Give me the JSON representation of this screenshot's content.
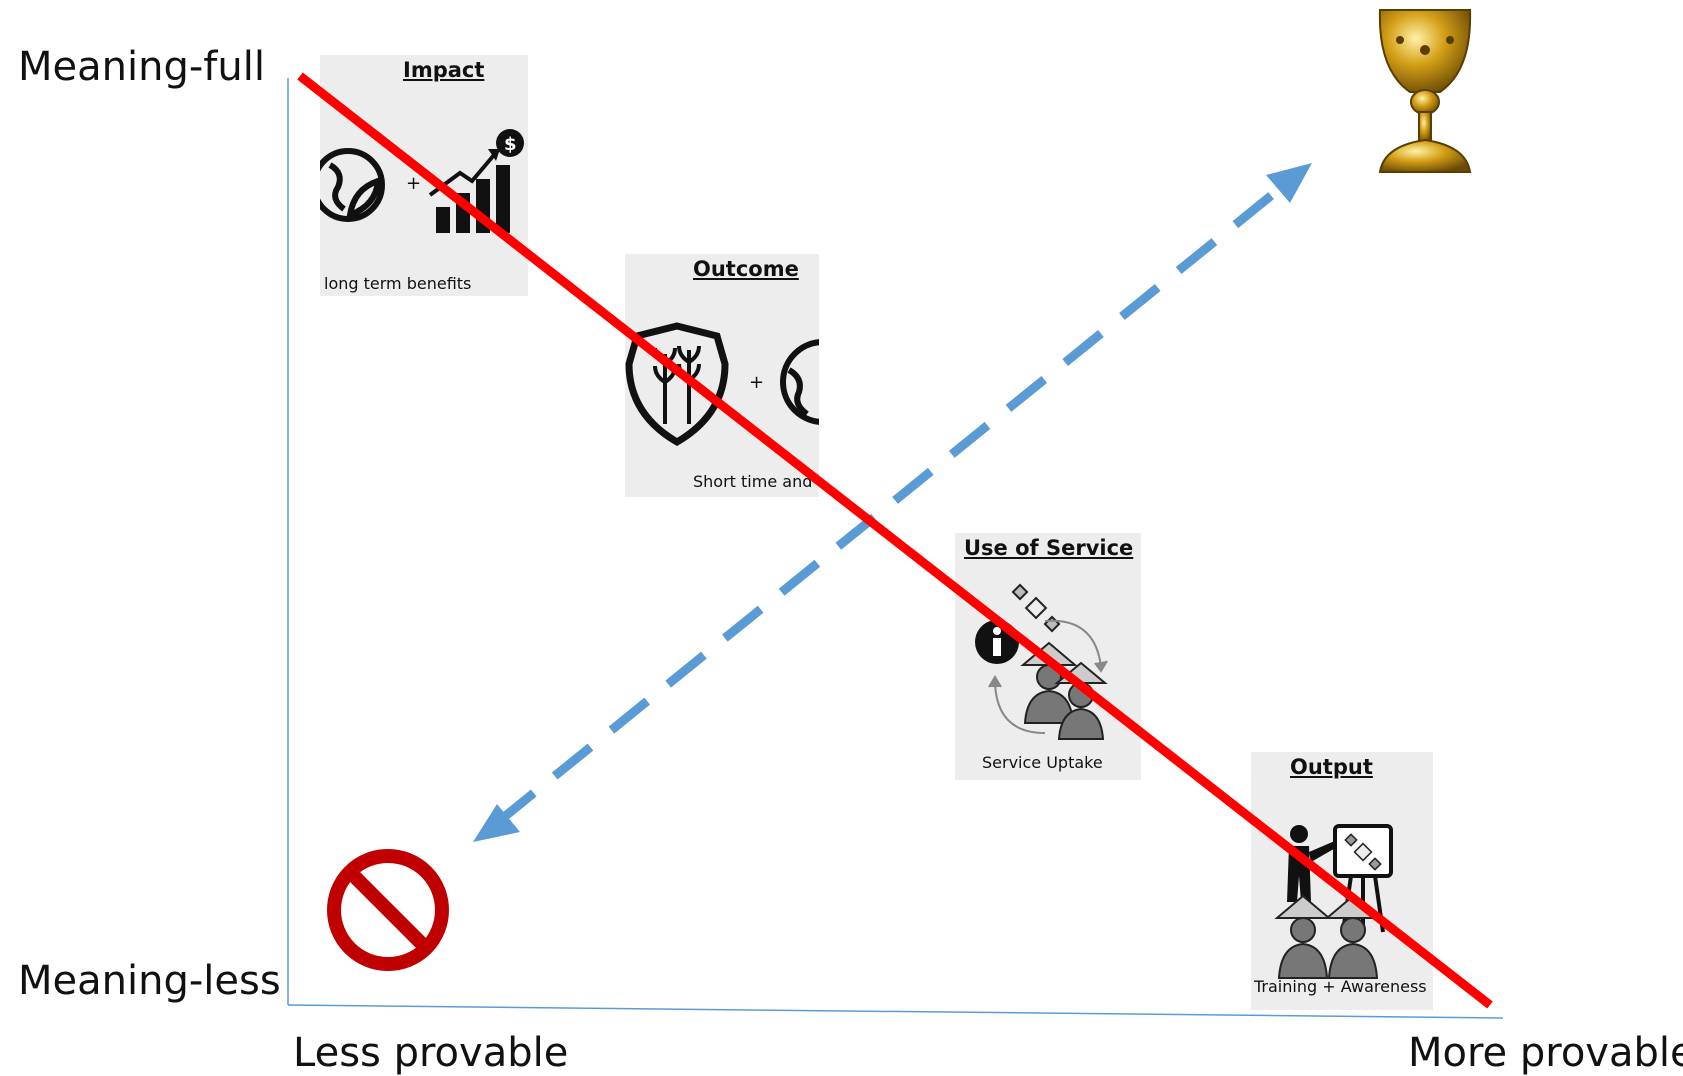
{
  "axes": {
    "y_top": "Meaning-full",
    "y_bottom": "Meaning-less",
    "x_left": "Less provable",
    "x_right": "More provable"
  },
  "cards": {
    "impact": {
      "title": "Impact",
      "caption": "long term benefits",
      "icons": [
        "globe-leaf-icon",
        "money-growth-chart-icon"
      ]
    },
    "outcome": {
      "title": "Outcome",
      "caption": "Short time and",
      "icons": [
        "shield-crops-icon",
        "globe-icon"
      ]
    },
    "use_of_service": {
      "title": "Use of Service",
      "caption": "Service Uptake",
      "icons": [
        "info-icon",
        "satellite-icon",
        "farmers-icon",
        "cycle-arrows-icon"
      ]
    },
    "output": {
      "title": "Output",
      "caption": "Training + Awareness",
      "icons": [
        "presenter-icon",
        "easel-satellite-icon",
        "farmers-icon"
      ]
    }
  },
  "symbols": [
    "holy-grail-chalice-icon",
    "prohibited-icon"
  ],
  "colors": {
    "decline_line": "#ff0000",
    "arrow": "#5b9bd5",
    "axis": "#5b9bd5",
    "prohibited": "#c00000",
    "grail": "#b8860b",
    "card_bg": "#ededed"
  }
}
